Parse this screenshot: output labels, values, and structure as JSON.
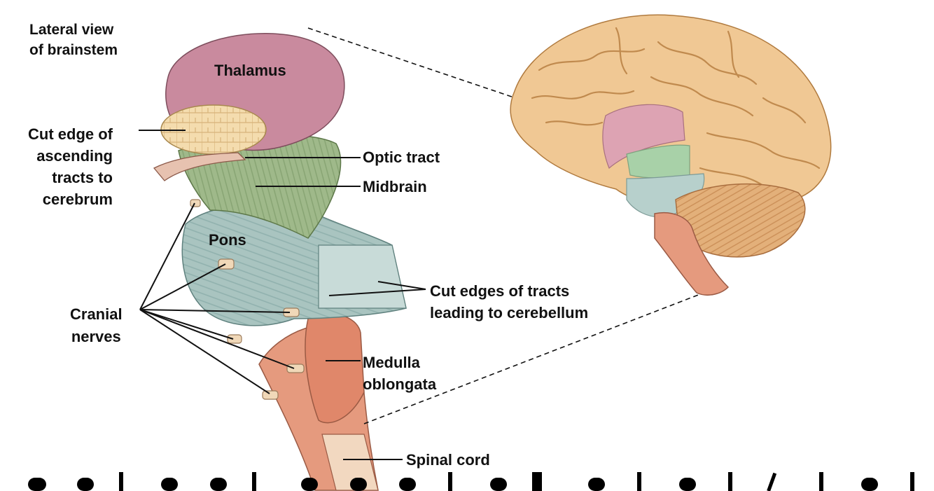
{
  "title": [
    "Lateral view",
    "of brainstem"
  ],
  "labels": {
    "thalamus": "Thalamus",
    "cut_edge_ascending": [
      "Cut edge of",
      "ascending",
      "tracts to",
      "cerebrum"
    ],
    "optic_tract": "Optic tract",
    "midbrain": "Midbrain",
    "pons": "Pons",
    "cut_edges_cerebellum": [
      "Cut edges of tracts",
      "leading to cerebellum"
    ],
    "cranial_nerves": [
      "Cranial",
      "nerves"
    ],
    "medulla": [
      "Medulla",
      "oblongata"
    ],
    "spinal_cord": "Spinal cord"
  },
  "colors": {
    "thalamus": "#c98a9e",
    "midbrain": "#9fb98a",
    "pons": "#a9c4c0",
    "medulla": "#e0876a",
    "cerebrum": "#f0c894",
    "cerebellum": "#e3a973",
    "nerve": "#f0d8b8"
  }
}
